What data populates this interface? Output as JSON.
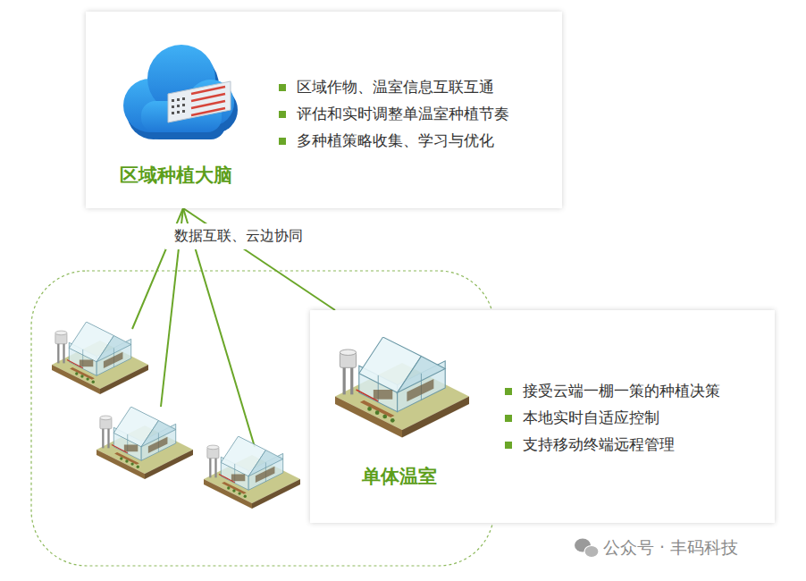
{
  "diagram": {
    "nodes": [
      {
        "text": [
          "区域种植大脑",
          "区域作物、温室信息互联互通",
          "评估和实时调整单温室种植节奏",
          "多种植策略收集、学习与优化"
        ]
      },
      {
        "text": [
          "单体温室",
          "接受云端一棚一策的种植决策",
          "本地实时自适应控制",
          "支持移动终端远程管理"
        ]
      }
    ],
    "edges": [
      {
        "from": 0,
        "to": 1,
        "arrow": "none",
        "label": "数据互联、云边协同"
      }
    ],
    "labels": [
      "公众号 · 丰码科技"
    ]
  }
}
